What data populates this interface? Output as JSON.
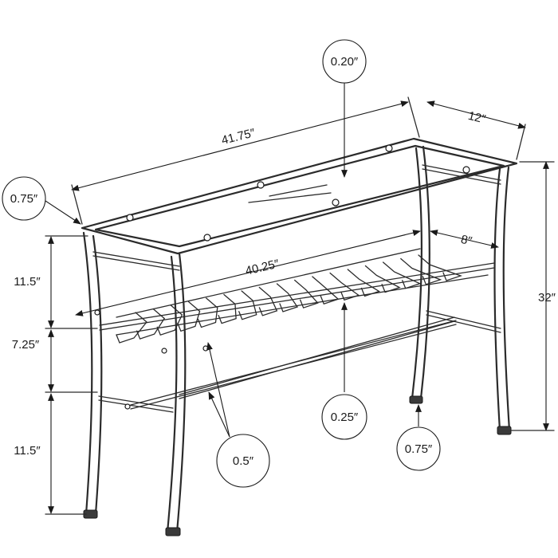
{
  "dimensions": {
    "length": "41.75″",
    "depth": "12″",
    "inner_length": "40.25″",
    "shelf_depth": "8″",
    "height": "32″",
    "upper_gap": "11.5″",
    "middle_gap": "7.25″",
    "lower_gap": "11.5″"
  },
  "callouts": {
    "glass_thickness": "0.20″",
    "frame_thickness": "0.75″",
    "rack_rod": "0.25″",
    "foot": "0.75″",
    "stretcher": "0.5″"
  }
}
